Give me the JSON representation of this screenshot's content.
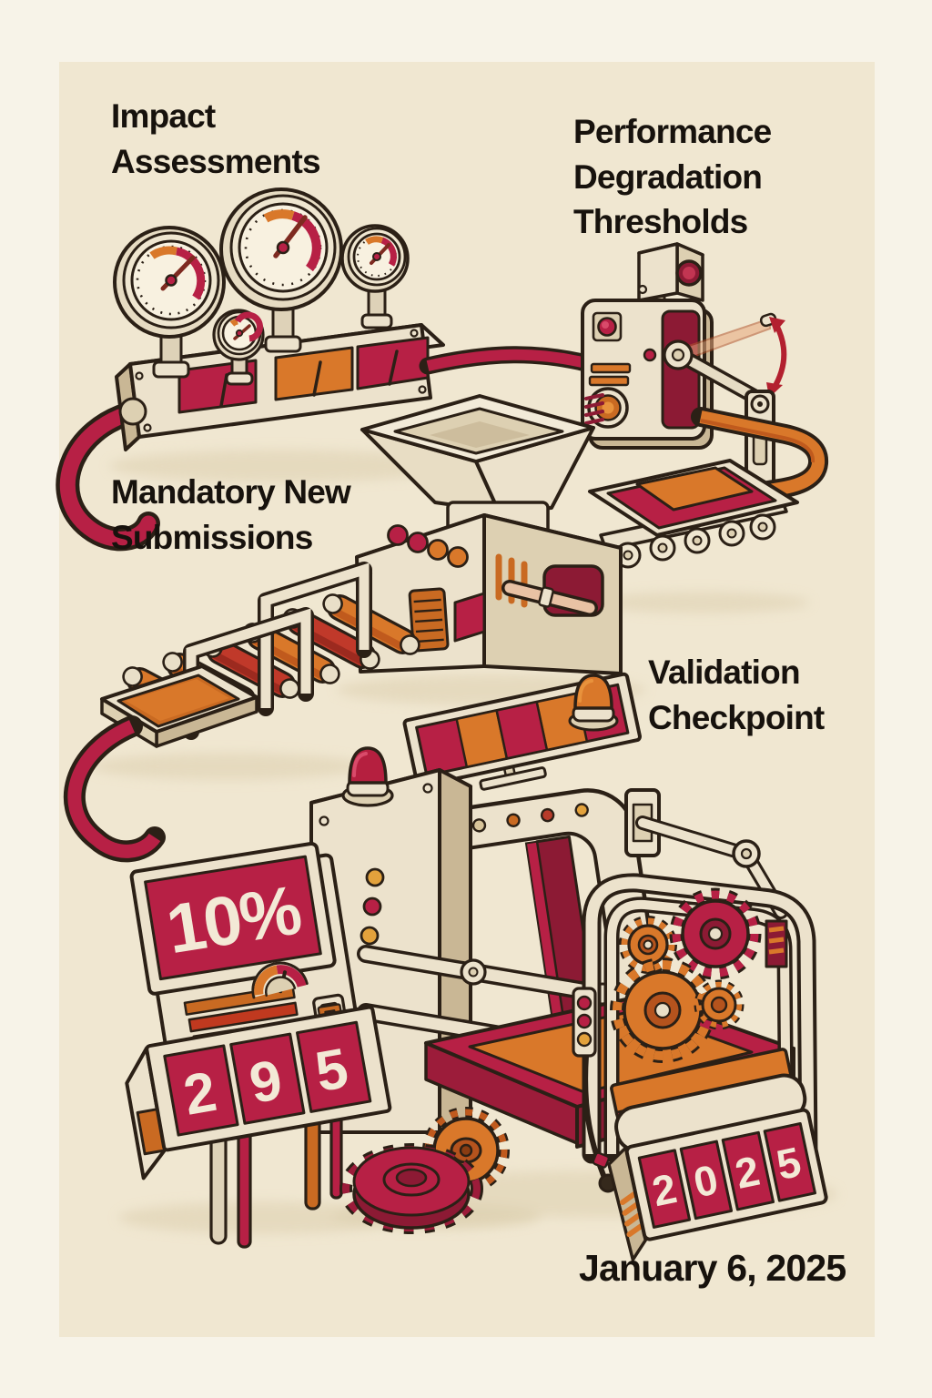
{
  "poster": {
    "labels": {
      "impact_assessments": {
        "line1": "Impact",
        "line2": "Assessments"
      },
      "performance_thresholds": {
        "line1": "Performance",
        "line2": "Degradation",
        "line3": "Thresholds"
      },
      "mandatory_submissions": {
        "line1": "Mandatory New",
        "line2": "Submissions"
      },
      "validation_checkpoint": {
        "line1": "Validation",
        "line2": "Checkpoint"
      },
      "date": "January 6, 2025"
    },
    "readouts": {
      "percent_display": "10%",
      "counter_display": "295",
      "year_display": "2025"
    },
    "colors": {
      "page_bg": "#f7f3e8",
      "panel_bg": "#f0e7d1",
      "ink": "#2b2016",
      "heading_ink": "#17120d",
      "crimson": "#b72045",
      "crimson_dark": "#8c1a34",
      "orange": "#d9782a",
      "orange_dark": "#c05a1d",
      "cream": "#ece2cc",
      "cream_shade": "#ddd0b2",
      "cream_deep": "#c9b795",
      "digit_cream": "#f3e9d6",
      "shadow": "#e3d7ba"
    },
    "icons": {
      "pressure-gauge-icon": "circular dial with needle and red/orange arc",
      "camera-sensor-icon": "box camera with red lens",
      "lever-arm-icon": "pivoting arm with swing arrow",
      "hopper-icon": "funnel feeding extruder",
      "conveyor-icon": "rollers under bridge frames",
      "press-icon": "C-frame press with beacons",
      "gear-icon": "toothed wheel",
      "counter-icon": "flip-digit tiles"
    }
  }
}
